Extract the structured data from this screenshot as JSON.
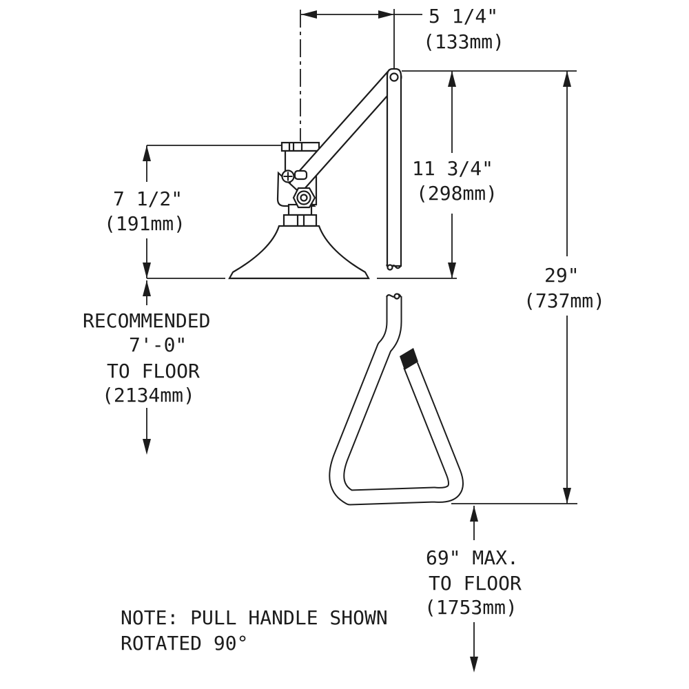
{
  "drawing": {
    "type": "technical-dimension-drawing",
    "subject": "emergency drench shower head with pull rod and triangular pull handle"
  },
  "dims": {
    "offset": {
      "imperial": "5 1/4\"",
      "metric": "(133mm)"
    },
    "rod_drop": {
      "imperial": "11 3/4\"",
      "metric": "(298mm)"
    },
    "head_height": {
      "imperial": "7 1/2\"",
      "metric": "(191mm)"
    },
    "overall": {
      "imperial": "29\"",
      "metric": "(737mm)"
    },
    "floor_recommended": {
      "l1": "RECOMMENDED",
      "l2": "7'-0\"",
      "l3": "TO FLOOR",
      "l4": "(2134mm)"
    },
    "floor_max": {
      "l1": "69\" MAX.",
      "l2": "TO FLOOR",
      "l3": "(1753mm)"
    }
  },
  "note": {
    "l1": "NOTE: PULL HANDLE SHOWN",
    "l2": "ROTATED 90°"
  },
  "colors": {
    "ink": "#1c1c1c",
    "paper": "#ffffff",
    "grip": "#1c1c1c"
  }
}
